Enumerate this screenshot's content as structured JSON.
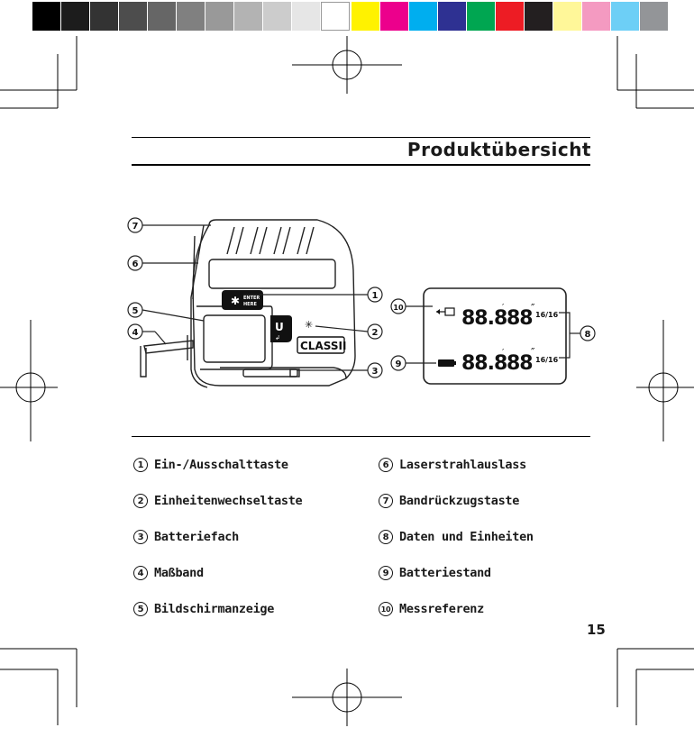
{
  "color_bar": {
    "grays": [
      "#000000",
      "#1c1c1c",
      "#333333",
      "#4d4d4d",
      "#666666",
      "#808080",
      "#999999",
      "#b3b3b3",
      "#cccccc",
      "#e6e6e6",
      "#ffffff"
    ],
    "colors": [
      "#fff200",
      "#ec008c",
      "#00aeef",
      "#2e3192",
      "#00a651",
      "#ed1c24",
      "#231f20",
      "#fff799",
      "#f49ac1",
      "#6dcff6",
      "#939598"
    ]
  },
  "page": {
    "title": "Produktübersicht",
    "page_number": "15"
  },
  "device": {
    "button_text_line1": "ENTER",
    "button_text_line2": "HERE",
    "class_label": "CLASSII",
    "unit_key": "U"
  },
  "display": {
    "value_top": "88.8",
    "feet_top": "88",
    "fraction_top": "16/16",
    "value_bottom": "88.8",
    "feet_bottom": "88",
    "fraction_bottom": "16/16"
  },
  "callouts": [
    "1",
    "2",
    "3",
    "4",
    "5",
    "6",
    "7",
    "8",
    "9",
    "10"
  ],
  "legend": {
    "left": [
      {
        "num": "1",
        "label": "Ein-/Ausschalttaste"
      },
      {
        "num": "2",
        "label": "Einheitenwechseltaste"
      },
      {
        "num": "3",
        "label": "Batteriefach"
      },
      {
        "num": "4",
        "label": "Maßband"
      },
      {
        "num": "5",
        "label": "Bildschirmanzeige"
      }
    ],
    "right": [
      {
        "num": "6",
        "label": "Laserstrahlauslass"
      },
      {
        "num": "7",
        "label": "Bandrückzugstaste"
      },
      {
        "num": "8",
        "label": "Daten und Einheiten"
      },
      {
        "num": "9",
        "label": "Batteriestand"
      },
      {
        "num": "10",
        "label": "Messreferenz"
      }
    ]
  }
}
